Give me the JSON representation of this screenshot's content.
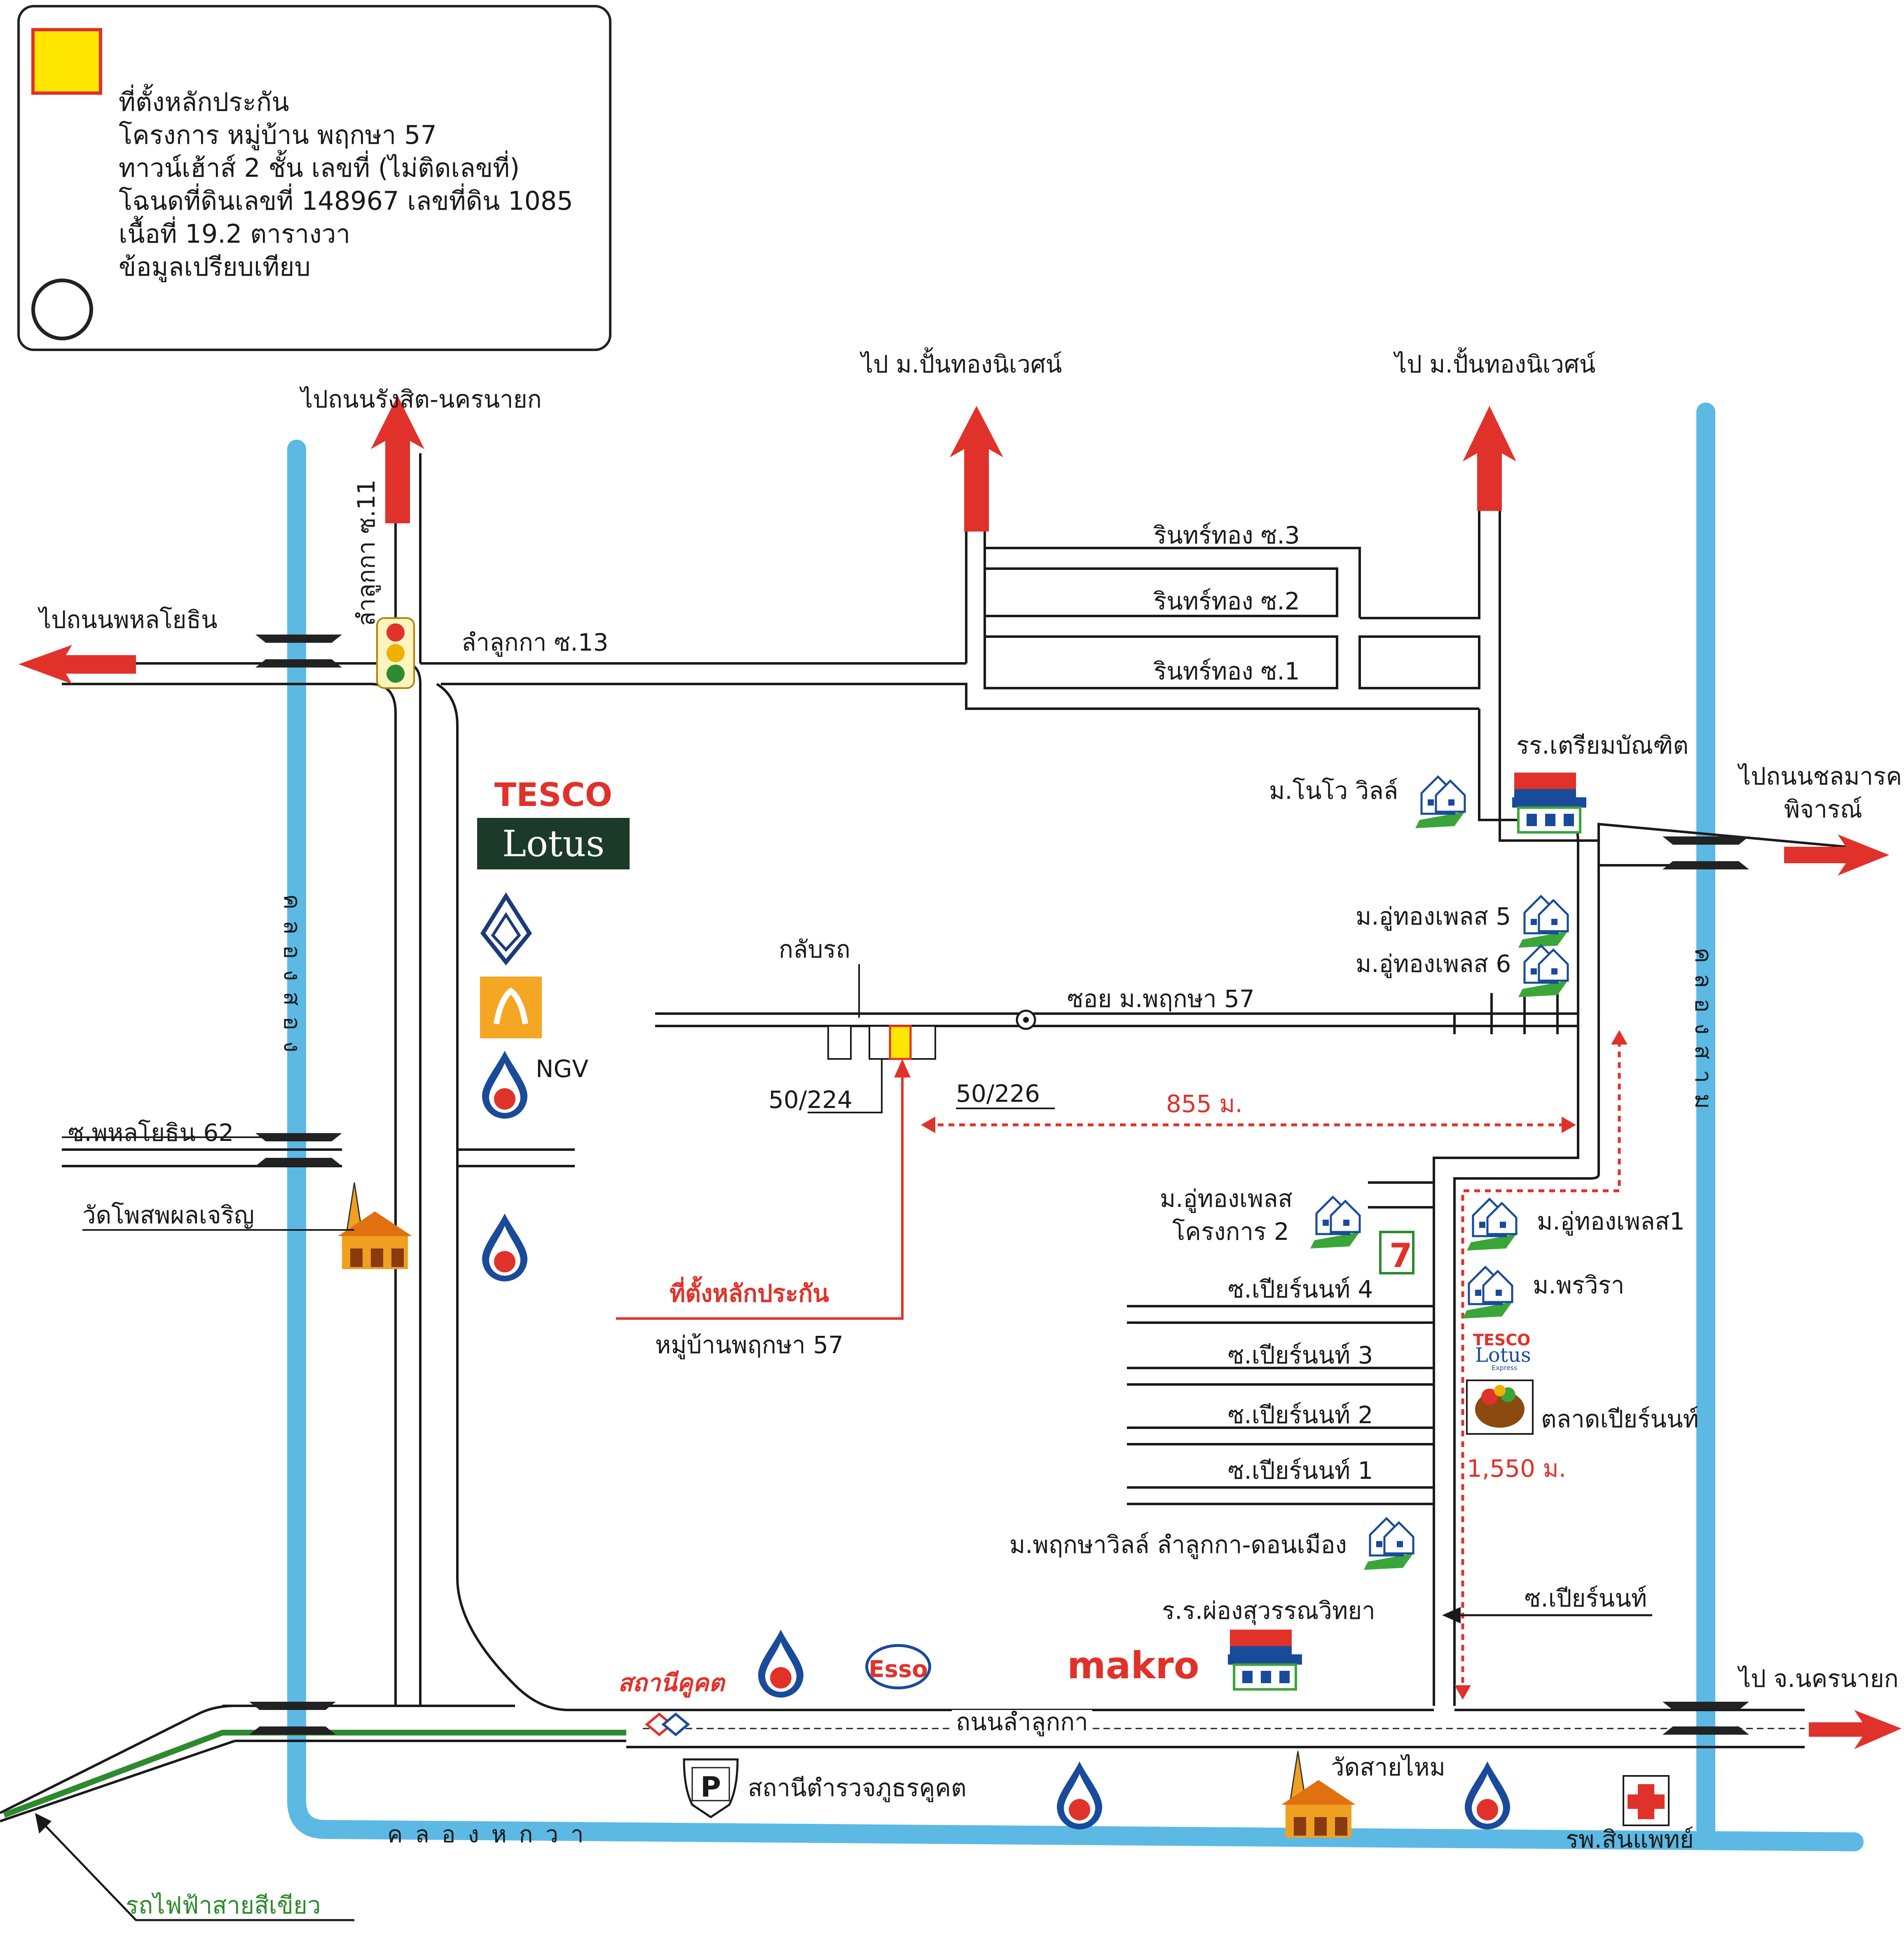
{
  "legend": {
    "line1": "ที่ตั้งหลักประกัน",
    "line2": "โครงการ หมู่บ้าน พฤกษา 57",
    "line3": "ทาวน์เฮ้าส์ 2 ชั้น เลขที่ (ไม่ติดเลขที่)",
    "line4": "โฉนดที่ดินเลขที่ 148967 เลขที่ดิน 1085",
    "line5": "เนื้อที่ 19.2 ตารางวา",
    "line6": "ข้อมูลเปรียบเทียบ"
  },
  "labels": {
    "to_rangsit": "ไปถนนรังสิต-นครนายก",
    "to_punthong_1": "ไป ม.ปั้นทองนิเวศน์",
    "to_punthong_2": "ไป ม.ปั้นทองนิเวศน์",
    "to_phahon": "ไปถนนพหลโยธิน",
    "lamlukka_11": "ลำลูกกา ซ.11",
    "lamlukka_13": "ลำลูกกา ซ.13",
    "rinthong_3": "รินทร์ทอง ซ.3",
    "rinthong_2": "รินทร์ทอง ซ.2",
    "rinthong_1": "รินทร์ทอง ซ.1",
    "school_triam": "รร.เตรียมบัณฑิต",
    "to_chonmarn_1": "ไปถนนชลมารค",
    "to_chonmarn_2": "พิจารณ์",
    "novo_ville": "ม.โนโว วิลล์",
    "uthong_5": "ม.อู่ทองเพลส 5",
    "uthong_6": "ม.อู่ทองเพลส 6",
    "khlong_song": "คลองสอง",
    "khlong_sam": "คลองสาม",
    "khlong_hok_wa": "คลองหกวา",
    "turn_back": "กลับรถ",
    "soi_pruksa": "ซอย ม.พฤกษา 57",
    "no_224": "50/224",
    "no_226": "50/226",
    "dist_855": "855 ม.",
    "ngv": "NGV",
    "phahon_62": "ซ.พหลโยธิน 62",
    "wat_phosa": "วัดโพสพผลเจริญ",
    "uthong_2_a": "ม.อู่ทองเพลส",
    "uthong_2_b": "โครงการ 2",
    "uthong_1": "ม.อู่ทองเพลส1",
    "pornvira": "ม.พรวิรา",
    "pearnon_4": "ซ.เปียร์นนท์ 4",
    "pearnon_3": "ซ.เปียร์นนท์ 3",
    "pearnon_2": "ซ.เปียร์นนท์ 2",
    "pearnon_1": "ซ.เปียร์นนท์ 1",
    "pearnon": "ซ.เปียร์นนท์",
    "market_pearnon": "ตลาดเปียร์นนท์",
    "dist_1550": "1,550 ม.",
    "collateral_site": "ที่ตั้งหลักประกัน",
    "village_pruksa": "หมู่บ้านพฤกษา 57",
    "pruksa_ville": "ม.พฤกษาวิลล์ ลำลูกกา-ดอนเมือง",
    "school_phong": "ร.ร.ผ่องสุวรรณวิทยา",
    "station_khukhot": "สถานีคูคต",
    "road_lamlukka": "ถนนลำลูกกา",
    "to_nakhon_nayok": "ไป จ.นครนายก",
    "police_station": "สถานีตำรวจภูธรคูคต",
    "wat_saimai": "วัดสายไหม",
    "hospital": "รพ.สินแพทย์",
    "green_line": "รถไฟฟ้าสายสีเขียว",
    "tesco_small_1": "TESCO",
    "tesco_small_2": "Lotus",
    "tesco_small_3": "Express"
  },
  "logos": {
    "tesco": "TESCO",
    "lotus": "Lotus",
    "esso": "Esso",
    "makro": "makro",
    "seven": "7",
    "parking": "P"
  },
  "colors": {
    "canal": "#5bb9e3",
    "arrow": "#e0322a",
    "marker": "#ffe600",
    "green_line": "#2e8a2e",
    "road": "#1a1a1a"
  }
}
